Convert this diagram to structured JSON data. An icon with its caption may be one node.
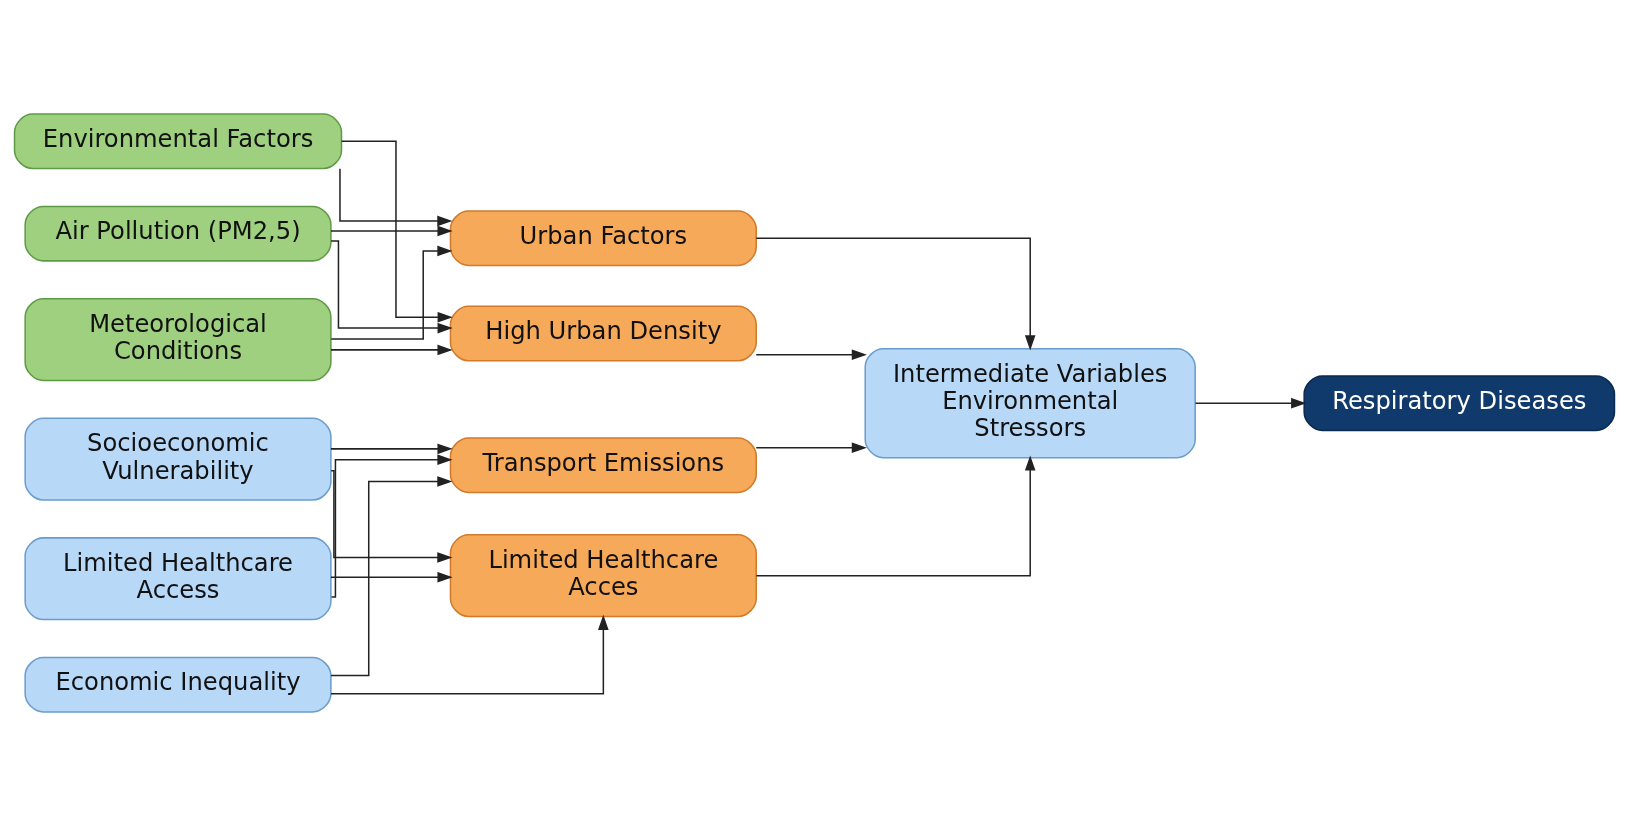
{
  "diagram": {
    "nodes": [
      {
        "text": [
          "Environmental Factors"
        ]
      },
      {
        "text": [
          "Air Pollution (PM2,5)"
        ]
      },
      {
        "text": [
          "Meteorological Conditions"
        ]
      },
      {
        "text": [
          "Socioeconomic Vulnerability"
        ]
      },
      {
        "text": [
          "Limited Healthcare Access"
        ]
      },
      {
        "text": [
          "Economic Inequality"
        ]
      },
      {
        "text": [
          "Urban Factors"
        ]
      },
      {
        "text": [
          "High Urban Density"
        ]
      },
      {
        "text": [
          "Transport Emissions"
        ]
      },
      {
        "text": [
          "Limited Healthcare Acces"
        ]
      },
      {
        "text": [
          "Intermediate Variables",
          "Environmental Stressors"
        ]
      },
      {
        "text": [
          "Respiratory Diseases"
        ]
      }
    ],
    "edges": [
      {
        "from": 0,
        "to": 6,
        "arrow": "to"
      },
      {
        "from": 0,
        "to": 7,
        "arrow": "to"
      },
      {
        "from": 1,
        "to": 6,
        "arrow": "to"
      },
      {
        "from": 1,
        "to": 7,
        "arrow": "to"
      },
      {
        "from": 2,
        "to": 6,
        "arrow": "to"
      },
      {
        "from": 2,
        "to": 7,
        "arrow": "to"
      },
      {
        "from": 3,
        "to": 8,
        "arrow": "to"
      },
      {
        "from": 3,
        "to": 9,
        "arrow": "to"
      },
      {
        "from": 4,
        "to": 8,
        "arrow": "to"
      },
      {
        "from": 4,
        "to": 9,
        "arrow": "to"
      },
      {
        "from": 5,
        "to": 8,
        "arrow": "to"
      },
      {
        "from": 5,
        "to": 9,
        "arrow": "to"
      },
      {
        "from": 6,
        "to": 10,
        "arrow": "to"
      },
      {
        "from": 7,
        "to": 10,
        "arrow": "to"
      },
      {
        "from": 8,
        "to": 10,
        "arrow": "to"
      },
      {
        "from": 9,
        "to": 10,
        "arrow": "to"
      },
      {
        "from": 10,
        "to": 11,
        "arrow": "to"
      }
    ]
  }
}
